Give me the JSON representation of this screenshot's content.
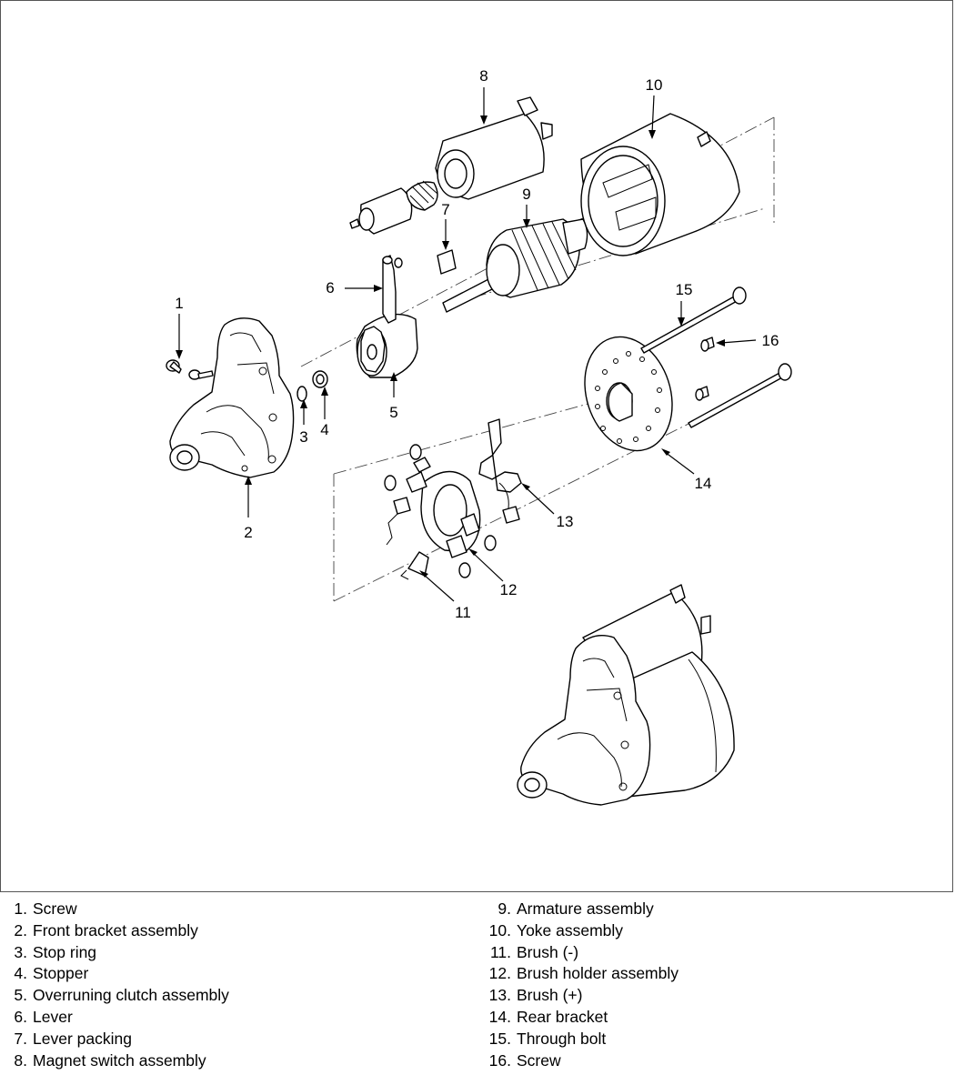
{
  "callouts": [
    "1",
    "2",
    "3",
    "4",
    "5",
    "6",
    "7",
    "8",
    "9",
    "10",
    "11",
    "12",
    "13",
    "14",
    "15",
    "16"
  ],
  "legend": {
    "left": [
      {
        "num": "1.",
        "text": "Screw"
      },
      {
        "num": "2.",
        "text": "Front bracket assembly"
      },
      {
        "num": "3.",
        "text": "Stop ring"
      },
      {
        "num": "4.",
        "text": "Stopper"
      },
      {
        "num": "5.",
        "text": "Overruning clutch assembly"
      },
      {
        "num": "6.",
        "text": "Lever"
      },
      {
        "num": "7.",
        "text": "Lever packing"
      },
      {
        "num": "8.",
        "text": "Magnet switch assembly"
      }
    ],
    "right": [
      {
        "num": "9.",
        "text": "Armature assembly"
      },
      {
        "num": "10.",
        "text": "Yoke assembly"
      },
      {
        "num": "11.",
        "text": "Brush (-)"
      },
      {
        "num": "12.",
        "text": "Brush holder assembly"
      },
      {
        "num": "13.",
        "text": "Brush (+)"
      },
      {
        "num": "14.",
        "text": "Rear bracket"
      },
      {
        "num": "15.",
        "text": "Through bolt"
      },
      {
        "num": "16.",
        "text": "Screw"
      }
    ]
  }
}
